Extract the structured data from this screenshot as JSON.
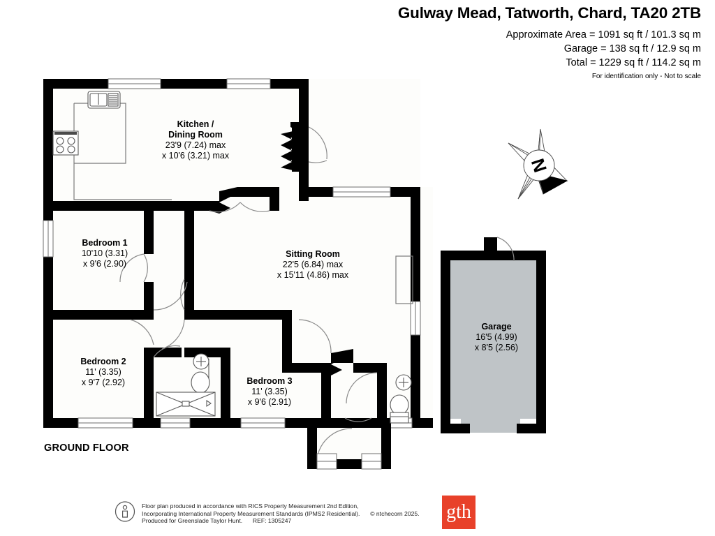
{
  "header": {
    "title": "Gulway Mead, Tatworth, Chard, TA20 2TB",
    "approx_area": "Approximate Area = 1091 sq ft / 101.3 sq m",
    "garage_area": "Garage = 138 sq ft / 12.9 sq m",
    "total_area": "Total = 1229 sq ft / 114.2 sq m",
    "notice": "For identification only - Not to scale"
  },
  "plan": {
    "floor_label": "GROUND FLOOR",
    "wall_color": "#000000",
    "room_fill": "#fdfdfb",
    "garage_fill": "#bfc4c7",
    "rooms": [
      {
        "id": "kitchen",
        "name_line1": "Kitchen /",
        "name_line2": "Dining Room",
        "dim1": "23'9 (7.24) max",
        "dim2": "x 10'6 (3.21) max"
      },
      {
        "id": "bedroom1",
        "name": "Bedroom 1",
        "dim1": "10'10 (3.31)",
        "dim2": "x 9'6 (2.90)"
      },
      {
        "id": "bedroom2",
        "name": "Bedroom 2",
        "dim1": "11' (3.35)",
        "dim2": "x 9'7 (2.92)"
      },
      {
        "id": "bedroom3",
        "name": "Bedroom 3",
        "dim1": "11' (3.35)",
        "dim2": "x 9'6 (2.91)"
      },
      {
        "id": "sitting",
        "name": "Sitting Room",
        "dim1": "22'5 (6.84) max",
        "dim2": "x 15'11 (4.86) max"
      },
      {
        "id": "garage",
        "name": "Garage",
        "dim1": "16'5 (4.99)",
        "dim2": "x 8'5 (2.56)"
      }
    ],
    "compass": {
      "label": "N"
    }
  },
  "footer": {
    "line1": "Floor plan produced in accordance with RICS Property Measurement 2nd Edition,",
    "line2": "Incorporating International Property Measurement Standards (IPMS2 Residential).",
    "copyright": "© ntchecorn 2025.",
    "line3": "Produced for Greenslade Taylor Hunt.",
    "ref": "REF: 1305247",
    "logo_text": "gth",
    "logo_color": "#e8412a"
  }
}
